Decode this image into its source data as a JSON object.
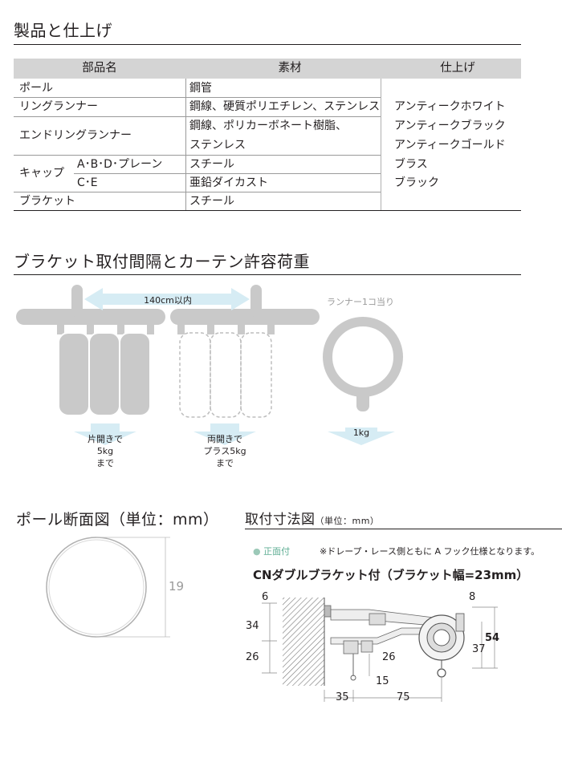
{
  "section1": {
    "title": "製品と仕上げ"
  },
  "table": {
    "headers": [
      "部品名",
      "素材",
      "仕上げ"
    ],
    "rows": [
      {
        "part": "ポール",
        "material": "鋼管"
      },
      {
        "part": "リングランナー",
        "material": "鋼線、硬質ポリエチレン、ステンレス"
      },
      {
        "part": "エンドリングランナー",
        "material_lines": [
          "鋼線、ポリカーボネート樹脂、",
          "ステンレス"
        ]
      },
      {
        "part": "キャップ",
        "subparts": [
          {
            "name": "A･B･D･プレーン",
            "material": "スチール"
          },
          {
            "name": "C･E",
            "material": "亜鉛ダイカスト"
          }
        ]
      },
      {
        "part": "ブラケット",
        "material": "スチール"
      }
    ],
    "finishes": [
      "アンティークホワイト",
      "アンティークブラック",
      "アンティークゴールド",
      "ブラス",
      "ブラック"
    ]
  },
  "section2": {
    "title": "ブラケット取付間隔とカーテン許容荷重",
    "interval_label": "140cm以内",
    "runner_label": "ランナー1コ当り",
    "single_open_lines": [
      "片開きで",
      "5kg",
      "まで"
    ],
    "double_open_lines": [
      "両開きで",
      "プラス5kg",
      "まで"
    ],
    "runner_load": "1kg"
  },
  "section3": {
    "title": "ポール断面図（単位：mm）",
    "diameter": "19"
  },
  "section4": {
    "title": "取付寸法図",
    "unit": "（単位：mm）",
    "front_label": "正面付",
    "note": "※ドレープ・レース側ともに A フック仕様となります。",
    "subtitle": "CNダブルブラケット付（ブラケット幅=23mm）",
    "dims": {
      "d6": "6",
      "d34": "34",
      "d26": "26",
      "d8": "8",
      "d54": "54",
      "d37": "37",
      "d26b": "26",
      "d15": "15",
      "d35": "35",
      "d75": "75"
    }
  },
  "colors": {
    "arrow": "#d6ecf4",
    "gray": "#c9c9c9",
    "accent_dot": "#9cc9b8"
  }
}
